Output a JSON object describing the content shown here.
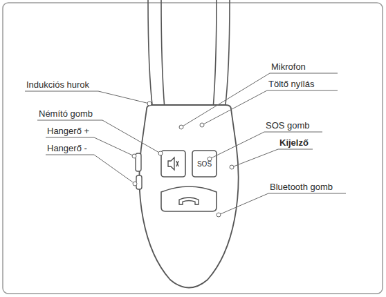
{
  "diagram": {
    "labels": [
      "Mikrofon",
      "Indukciós hurok",
      "Töltő nyílás",
      "Némító gomb",
      "SOS gomb",
      "Hangerő +",
      "Kijelző",
      "Hangerő -",
      "SOS",
      "Bluetooth gomb"
    ]
  }
}
